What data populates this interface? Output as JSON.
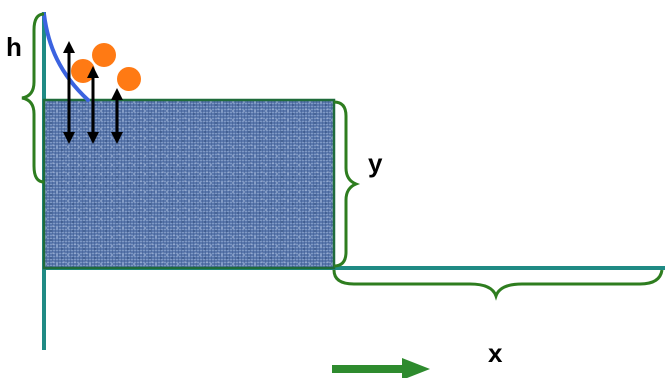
{
  "labels": {
    "h": "h",
    "y": "y",
    "x": "x"
  },
  "colors": {
    "axis": "#1f8a84",
    "brace": "#2e7d1f",
    "block_fill": "#5a78ad",
    "block_border": "#1f6b3a",
    "curve": "#3b63e0",
    "particle": "#ff7a14",
    "arrow": "#000000",
    "direction_arrow": "#2e8b2e"
  },
  "particles": {
    "count": 3
  },
  "vertical_arrows": {
    "count": 3
  }
}
